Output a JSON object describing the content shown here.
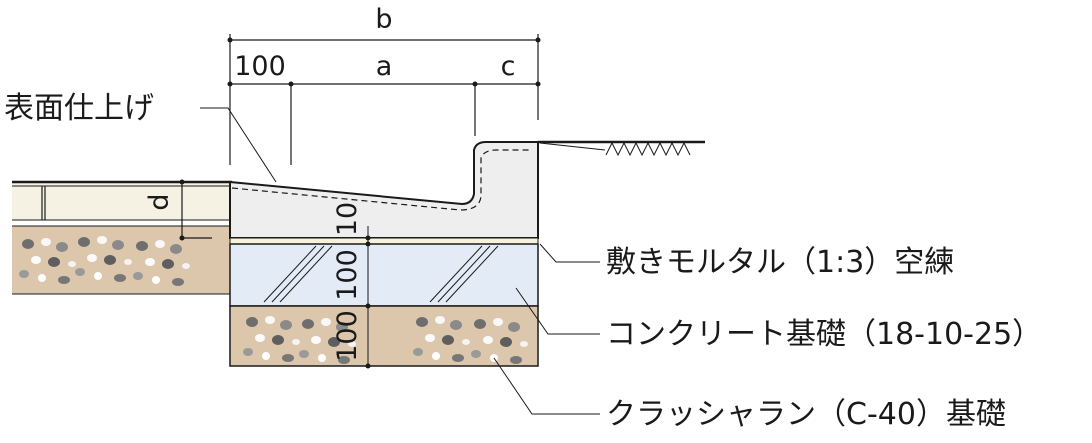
{
  "labels": {
    "b": "b",
    "h100": "100",
    "a": "a",
    "c": "c",
    "d": "d",
    "v10": "10",
    "v100_base": "100",
    "v100_crush": "100",
    "surface_finish": "表面仕上げ",
    "mortar": "敷きモルタル（1:3）空練",
    "concrete": "コンクリート基礎（18-10-25）",
    "crusher": "クラッシャラン（C-40）基礎"
  },
  "colors": {
    "line": "#1a1a1a",
    "block": "#eeeeee",
    "concrete": "#e3ebf6",
    "mortar": "#f7f2dc",
    "crushed_bg": "#dcc6ac",
    "paving": "#f5f2e4"
  }
}
